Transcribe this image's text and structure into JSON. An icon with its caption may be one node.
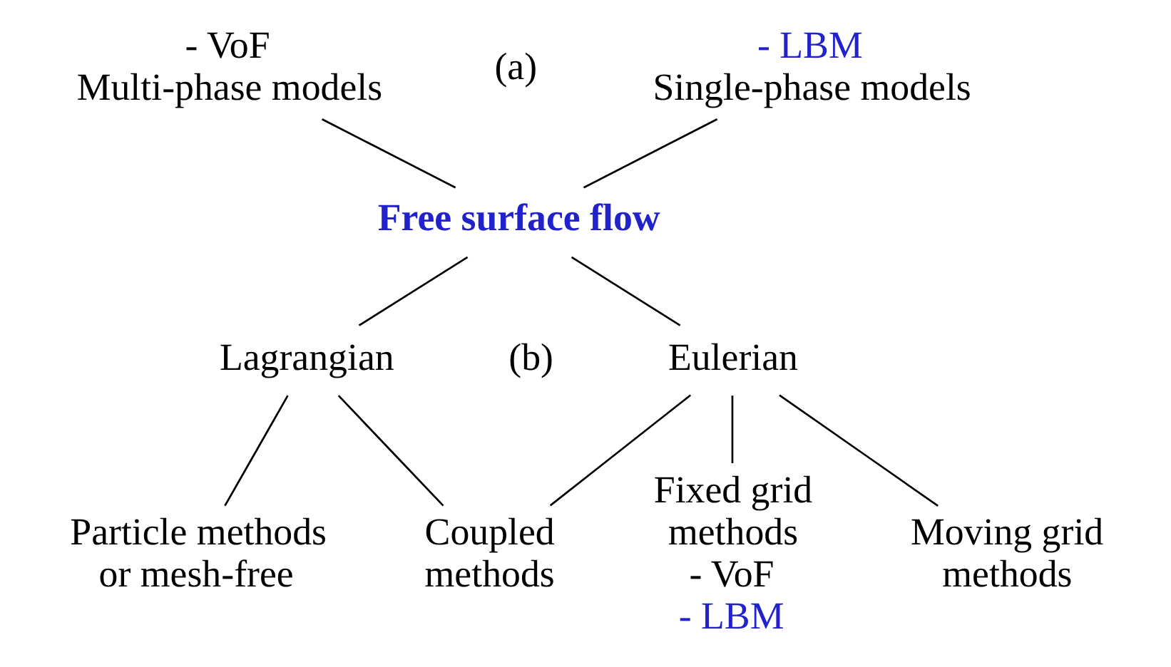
{
  "diagram": {
    "nodes": [
      {
        "text": [
          "- LBM",
          "Single-phase models"
        ]
      },
      {
        "text": [
          "- VoF",
          "Multi-phase models"
        ]
      },
      {
        "text": [
          "Free surface flow"
        ]
      },
      {
        "text": [
          "Lagrangian"
        ]
      },
      {
        "text": [
          "Eulerian"
        ]
      },
      {
        "text": [
          "Particle methods or mesh-free"
        ]
      },
      {
        "text": [
          "Coupled methods"
        ]
      },
      {
        "text": [
          "Fixed grid methods",
          "- VoF",
          "- LBM"
        ]
      },
      {
        "text": [
          "Moving grid methods"
        ]
      }
    ],
    "edges": [
      {
        "from": 0,
        "to": 2,
        "arrow": "none"
      },
      {
        "from": 1,
        "to": 2,
        "arrow": "none"
      },
      {
        "from": 2,
        "to": 3,
        "arrow": "none"
      },
      {
        "from": 2,
        "to": 4,
        "arrow": "none"
      },
      {
        "from": 3,
        "to": 5,
        "arrow": "none"
      },
      {
        "from": 3,
        "to": 6,
        "arrow": "none"
      },
      {
        "from": 4,
        "to": 6,
        "arrow": "none"
      },
      {
        "from": 4,
        "to": 7,
        "arrow": "none"
      },
      {
        "from": 4,
        "to": 8,
        "arrow": "none"
      }
    ],
    "labels": [
      "(a)",
      "(b)"
    ]
  }
}
